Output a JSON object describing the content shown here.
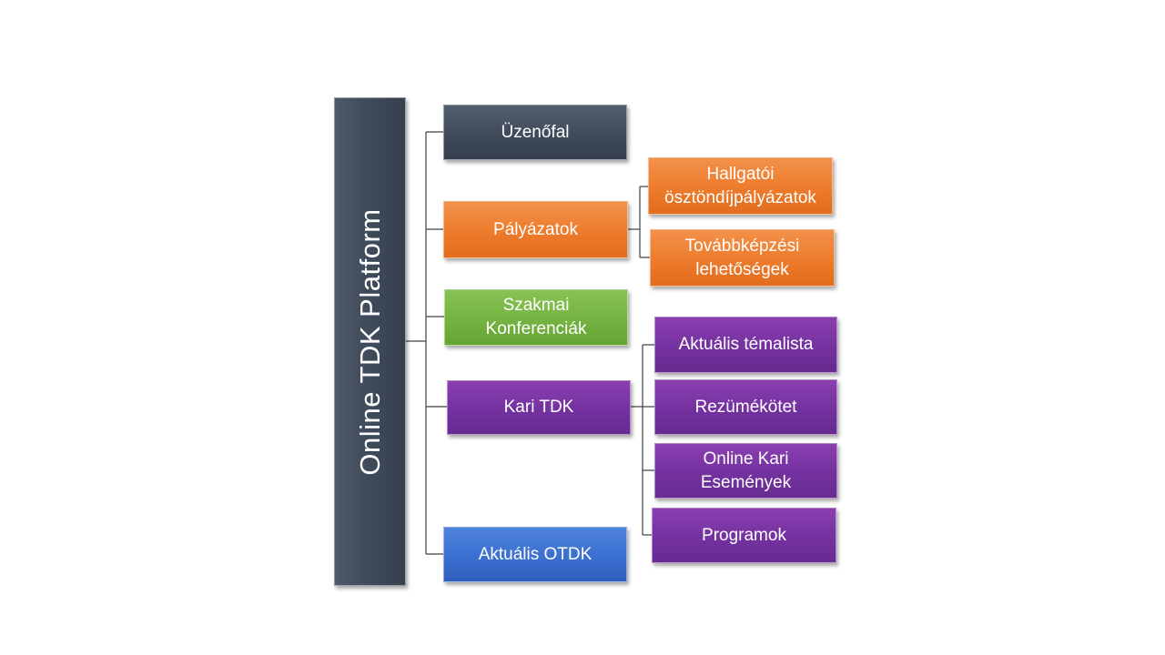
{
  "diagram": {
    "root": {
      "label": "Online TDK Platform"
    },
    "children": [
      {
        "label": "Üzenőfal",
        "color": "#3f4a5a",
        "children": []
      },
      {
        "label": "Pályázatok",
        "color": "#ee7b2c",
        "children": [
          {
            "label": "Hallgatói ösztöndíjpályázatok"
          },
          {
            "label": "Továbbképzési lehetőségek"
          }
        ]
      },
      {
        "label": "Szakmai Konferenciák",
        "color": "#74b341",
        "children": []
      },
      {
        "label": "Kari TDK",
        "color": "#7431a0",
        "children": [
          {
            "label": "Aktuális témalista"
          },
          {
            "label": "Rezümékötet"
          },
          {
            "label": "Online Kari Események"
          },
          {
            "label": "Programok"
          }
        ]
      },
      {
        "label": "Aktuális OTDK",
        "color": "#3a6fd0",
        "children": []
      }
    ]
  }
}
